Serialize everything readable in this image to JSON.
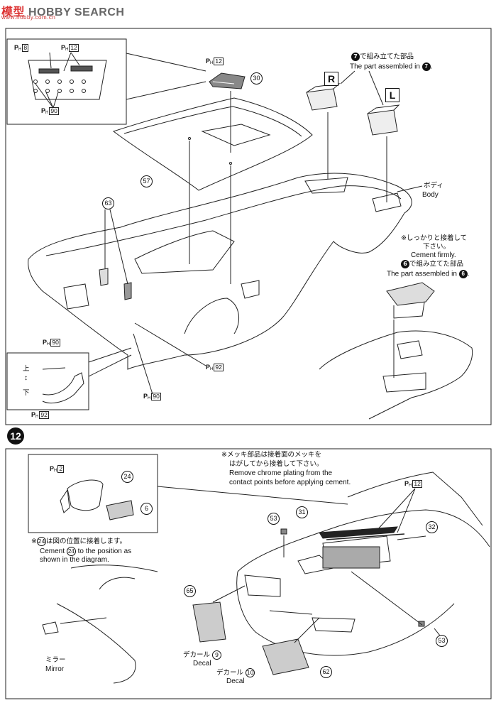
{
  "watermark": {
    "site_cn": "模型",
    "site_en": "HOBBY SEARCH",
    "url": "www.hobby.com.cn"
  },
  "step_number": "12",
  "upper": {
    "inset_top": {
      "ph_labels": [
        "8",
        "12",
        "90"
      ]
    },
    "ph_hood": "12",
    "part_hood_scoop": "30",
    "part_hood": "57",
    "part_vents": "63",
    "assembled_7_jp": "で組み立てた部品",
    "assembled_7_num": "7",
    "assembled_7_en": "The part assembled in",
    "box_r": "R",
    "box_l": "L",
    "body_jp": "ボディ",
    "body_en": "Body",
    "cement_jp_1": "※しっかりと接着して",
    "cement_jp_2": "下さい。",
    "cement_en": "Cement firmly.",
    "assembled_6_jp": "で組み立てた部品",
    "assembled_6_num": "6",
    "assembled_6_en": "The part assembled in",
    "ph_92": "92",
    "ph_90": "90",
    "inset_bottom": {
      "ph_top": "90",
      "up": "上",
      "down": "下",
      "ph_bottom": "92"
    }
  },
  "lower": {
    "chrome_note_jp_1": "※メッキ部品は接着面のメッキを",
    "chrome_note_jp_2": "はがしてから接着して下さい。",
    "chrome_note_en_1": "Remove chrome plating from the",
    "chrome_note_en_2": "contact points before applying cement.",
    "inset_mirror": {
      "ph": "2",
      "part_mirror": "24",
      "part_glass": "6"
    },
    "mirror_note_jp_prefix": "※",
    "mirror_note_num": "24",
    "mirror_note_jp": "は図の位置に接着します。",
    "mirror_note_en_1": "Cement",
    "mirror_note_en_2": "to the position as",
    "mirror_note_en_3": "shown in the diagram.",
    "mirror_jp": "ミラー",
    "mirror_en": "Mirror",
    "ph_engine": "12",
    "part_53a": "53",
    "part_31": "31",
    "part_32": "32",
    "part_53b": "53",
    "part_65": "65",
    "part_62": "62",
    "decal_jp": "デカール",
    "decal_en": "Decal",
    "decal_9": "9",
    "decal_10": "10"
  }
}
